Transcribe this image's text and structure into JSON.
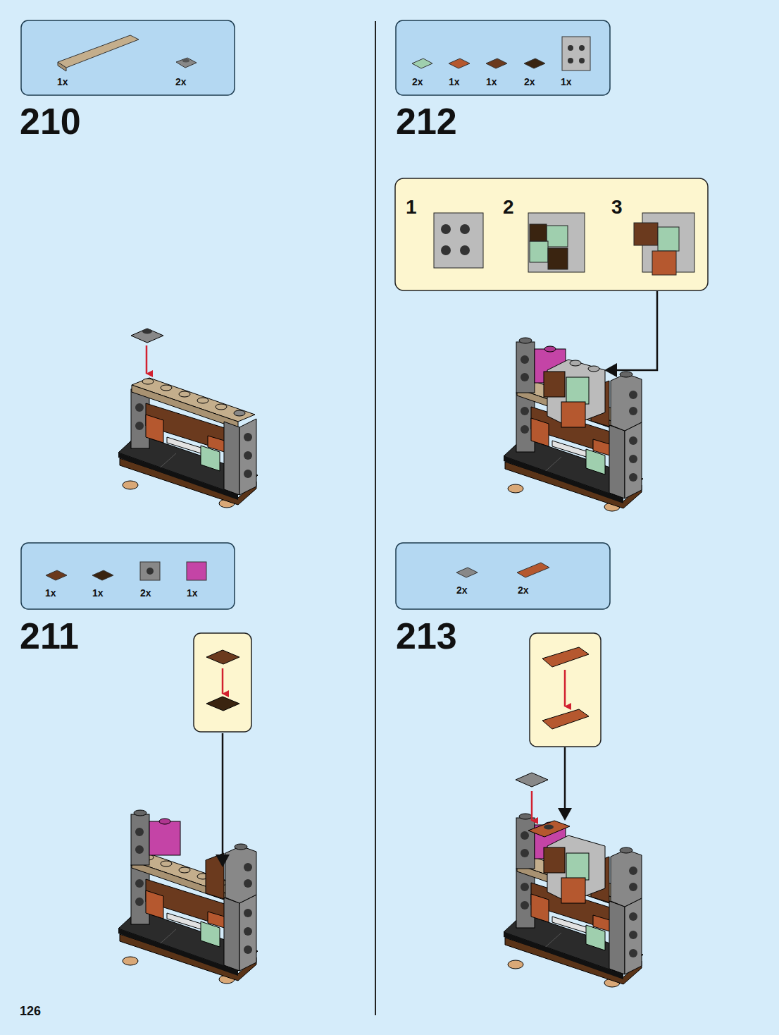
{
  "diagram": {
    "labels": [
      "1x",
      "2x",
      "210",
      "2x",
      "1x",
      "1x",
      "2x",
      "1x",
      "212",
      "1",
      "2",
      "3",
      "1x",
      "1x",
      "2x",
      "1x",
      "211",
      "2x",
      "2x",
      "213",
      "126"
    ]
  }
}
